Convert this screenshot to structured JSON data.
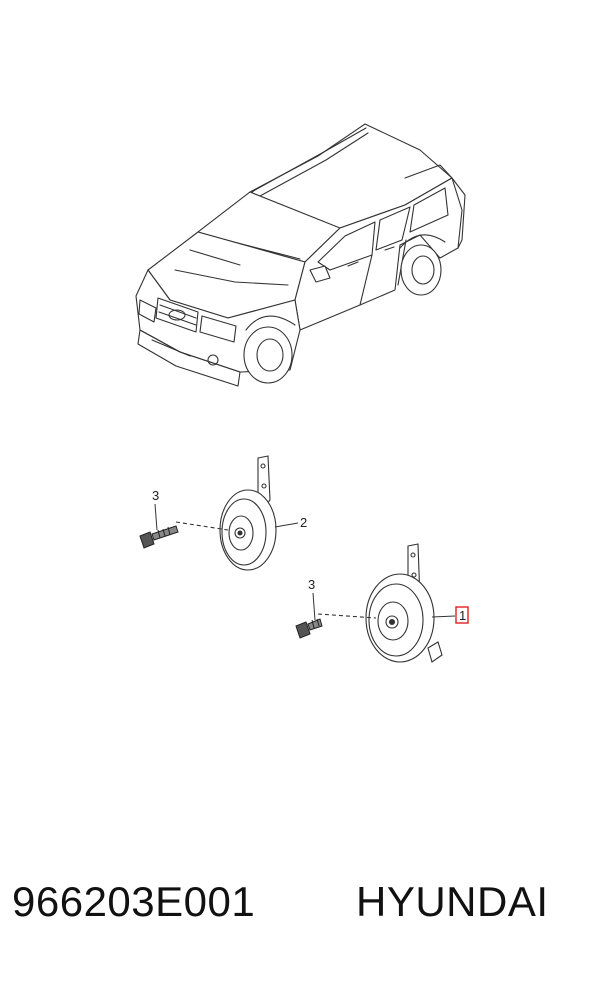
{
  "callouts": {
    "bolt_upper": "3",
    "horn_upper": "2",
    "bolt_lower": "3",
    "horn_lower": "1"
  },
  "colors": {
    "line": "#333333",
    "highlight": "#e02020"
  },
  "footer": {
    "part_number": "966203E001",
    "brand": "HYUNDAI"
  }
}
